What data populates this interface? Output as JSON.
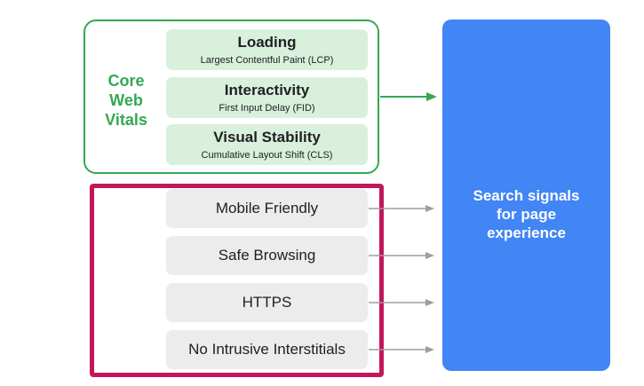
{
  "core_web_vitals": {
    "label_lines": [
      "Core",
      "Web",
      "Vitals"
    ],
    "metrics": [
      {
        "title": "Loading",
        "subtitle": "Largest Contentful Paint (LCP)"
      },
      {
        "title": "Interactivity",
        "subtitle": "First Input Delay (FID)"
      },
      {
        "title": "Visual Stability",
        "subtitle": "Cumulative Layout Shift (CLS)"
      }
    ]
  },
  "other_signals": [
    "Mobile Friendly",
    "Safe Browsing",
    "HTTPS",
    "No Intrusive Interstitials"
  ],
  "target": {
    "lines": [
      "Search signals",
      "for page",
      "experience"
    ]
  },
  "colors": {
    "green": "#34a853",
    "metric_fill": "#d8f0dc",
    "highlight": "#c2185b",
    "signal_fill": "#ececec",
    "target_fill": "#4285f4",
    "arrow_gray": "#9e9e9e"
  }
}
